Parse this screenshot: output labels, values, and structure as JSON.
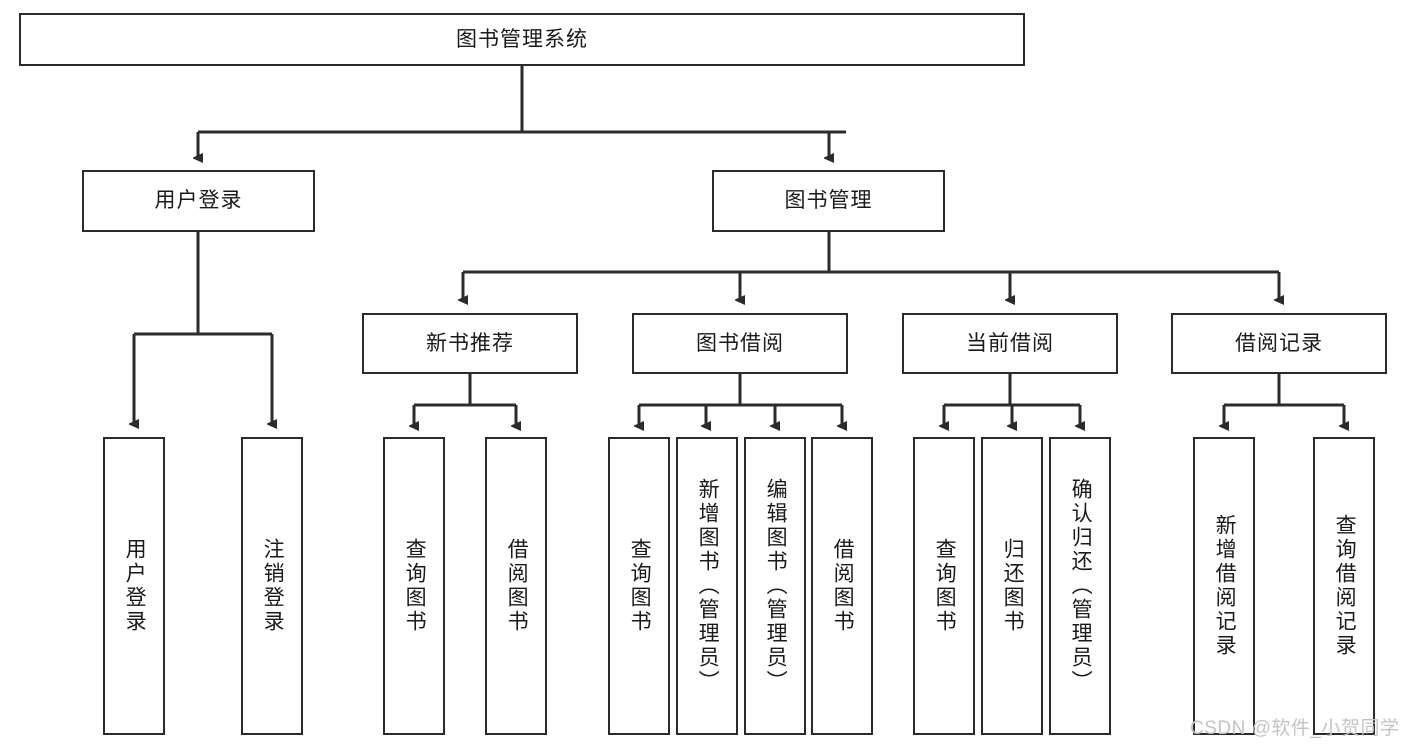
{
  "diagram": {
    "type": "tree",
    "title": "图书管理系统",
    "orientation": "top-down",
    "colors": {
      "box_border": "#2b2b2b",
      "box_fill": "#ffffff",
      "edge": "#2b2b2b",
      "text": "#1a1a1a",
      "watermark": "#c4c4c4",
      "background": "#ffffff"
    },
    "root": {
      "label": "图书管理系统"
    },
    "level1": [
      {
        "label": "用户登录"
      },
      {
        "label": "图书管理"
      }
    ],
    "level2": [
      {
        "label": "新书推荐"
      },
      {
        "label": "图书借阅"
      },
      {
        "label": "当前借阅"
      },
      {
        "label": "借阅记录"
      }
    ],
    "leaves": {
      "user_login": [
        {
          "label": "用户登录"
        },
        {
          "label": "注销登录"
        }
      ],
      "new_book_recommend": [
        {
          "label": "查询图书"
        },
        {
          "label": "借阅图书"
        }
      ],
      "book_borrow": [
        {
          "label": "查询图书"
        },
        {
          "label": "新增图书（管理员）"
        },
        {
          "label": "编辑图书（管理员）"
        },
        {
          "label": "借阅图书"
        }
      ],
      "current_borrow": [
        {
          "label": "查询图书"
        },
        {
          "label": "归还图书"
        },
        {
          "label": "确认归还（管理员）"
        }
      ],
      "borrow_record": [
        {
          "label": "新增借阅记录"
        },
        {
          "label": "查询借阅记录"
        }
      ]
    },
    "watermark": "CSDN @软件_小贺同学"
  }
}
